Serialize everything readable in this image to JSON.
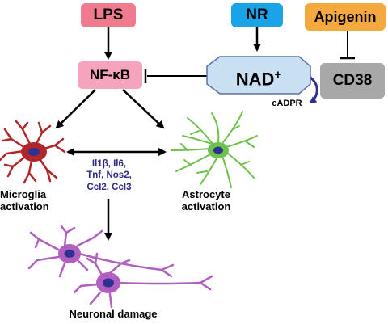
{
  "nodes": {
    "lps": "LPS",
    "nr": "NR",
    "apigenin": "Apigenin",
    "nfkb": "NF-κB",
    "nad": "NAD",
    "nad_sup": "+",
    "cd38": "CD38",
    "cadpr": "cADPR"
  },
  "cytokines": [
    "Il1β, Il6,",
    "Tnf, Nos2,",
    "Ccl2, Ccl3"
  ],
  "cells": {
    "microglia": [
      "Microglia",
      "activation"
    ],
    "astrocyte": [
      "Astrocyte",
      "activation"
    ],
    "neuron": "Neuronal damage"
  },
  "colors": {
    "lps_fill": "#f07b8e",
    "nr_fill": "#1aa3e6",
    "apigenin_fill": "#f4a93f",
    "nfkb_fill": "#f6a3bd",
    "nad_fill": "#c9dff2",
    "cd38_fill": "#a8a8a8",
    "microglia": "#b0262b",
    "astrocyte": "#6cc24a",
    "neuron": "#b05fc0",
    "nucleus": "#2e3192",
    "cytokine_text": "#2e2a86"
  }
}
